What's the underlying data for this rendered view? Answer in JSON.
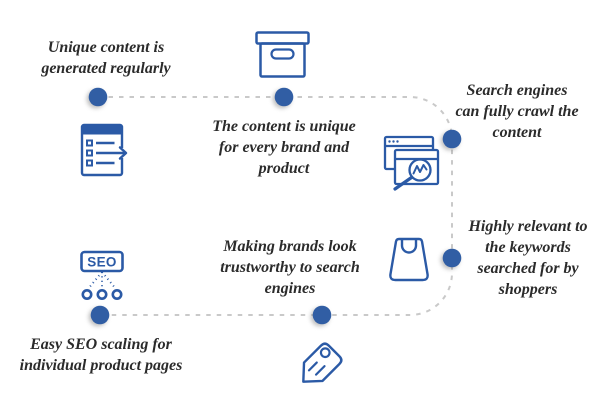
{
  "diagram": {
    "steps": [
      {
        "label": "Unique content is\ngenerated regularly",
        "icon": "checklist-arrow-icon"
      },
      {
        "label": "The content is unique\nfor every brand and\nproduct",
        "icon": "archive-box-icon"
      },
      {
        "label": "Search engines\ncan fully crawl the\ncontent",
        "icon": "browser-analytics-icon"
      },
      {
        "label": "Highly relevant to\nthe keywords\nsearched for by\nshoppers",
        "icon": "shopping-bag-icon"
      },
      {
        "label": "Making brands look\ntrustworthy to search\nengines",
        "icon": "price-tag-icon"
      },
      {
        "label": "Easy SEO scaling for\nindividual product pages",
        "icon": "seo-sitemap-icon"
      }
    ],
    "seo_badge": "SEO",
    "colors": {
      "icon_stroke": "#2b5aa6",
      "node_fill": "#315ea4",
      "path_dash": "#c9c9c9",
      "label_text": "#2b2b2b",
      "background": "#ffffff"
    }
  }
}
